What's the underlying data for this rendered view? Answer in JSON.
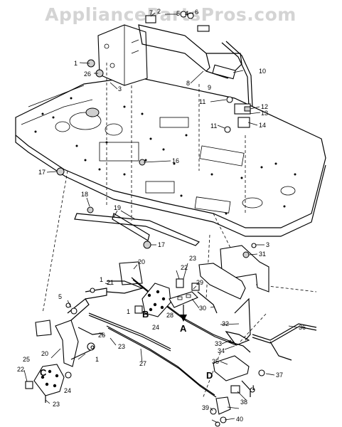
{
  "watermark": "AppliancePartsPros.com",
  "letters": [
    "A",
    "B",
    "C",
    "D"
  ],
  "callouts": [
    "1",
    "2",
    "3",
    "4",
    "5",
    "6",
    "7",
    "8",
    "9",
    "10",
    "11",
    "12",
    "13",
    "14",
    "16",
    "17",
    "18",
    "19",
    "20",
    "21",
    "22",
    "23",
    "24",
    "25",
    "26",
    "27",
    "28",
    "29",
    "30",
    "31",
    "32",
    "33",
    "34",
    "35",
    "36",
    "37",
    "38",
    "39",
    "40"
  ]
}
